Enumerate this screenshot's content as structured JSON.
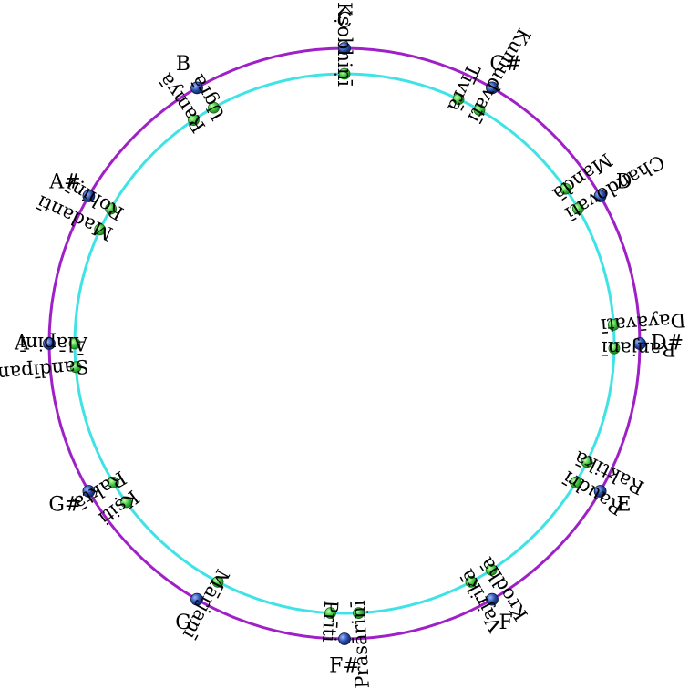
{
  "colors": {
    "outer_ring": "#a020c8",
    "inner_ring": "#3fe3e6",
    "note_dot": "#1f3f8f",
    "shruti_dot": "#2fb82f",
    "text": "#000000"
  },
  "notes": [
    "C",
    "C#",
    "D",
    "D#",
    "E",
    "F",
    "F#",
    "G",
    "G#",
    "A",
    "A#",
    "B"
  ],
  "shrutis": [
    {
      "name": "Kṣobhiṇī",
      "angle": 0
    },
    {
      "name": "Tīvrā",
      "angle": 25
    },
    {
      "name": "Kumudvatī",
      "angle": 30
    },
    {
      "name": "Mandā",
      "angle": 55
    },
    {
      "name": "Chandovatī",
      "angle": 60
    },
    {
      "name": "Dayāvatī",
      "angle": 86
    },
    {
      "name": "Ranjanī",
      "angle": 91
    },
    {
      "name": "Raktikā",
      "angle": 116
    },
    {
      "name": "Raudrī",
      "angle": 121
    },
    {
      "name": "Krodhā",
      "angle": 147
    },
    {
      "name": "Vajrikā",
      "angle": 152
    },
    {
      "name": "Prasāriṇī",
      "angle": 177
    },
    {
      "name": "Prīti",
      "angle": 183
    },
    {
      "name": "Mārjanī",
      "angle": 208
    },
    {
      "name": "Kṣiti",
      "angle": 234
    },
    {
      "name": "Raktā",
      "angle": 239
    },
    {
      "name": "Sandīpanī",
      "angle": 265
    },
    {
      "name": "Ālāpinī",
      "angle": 270
    },
    {
      "name": "Madantī",
      "angle": 295
    },
    {
      "name": "Rohiṇī",
      "angle": 300
    },
    {
      "name": "Ramyā",
      "angle": 326
    },
    {
      "name": "Ugrā",
      "angle": 331
    }
  ]
}
